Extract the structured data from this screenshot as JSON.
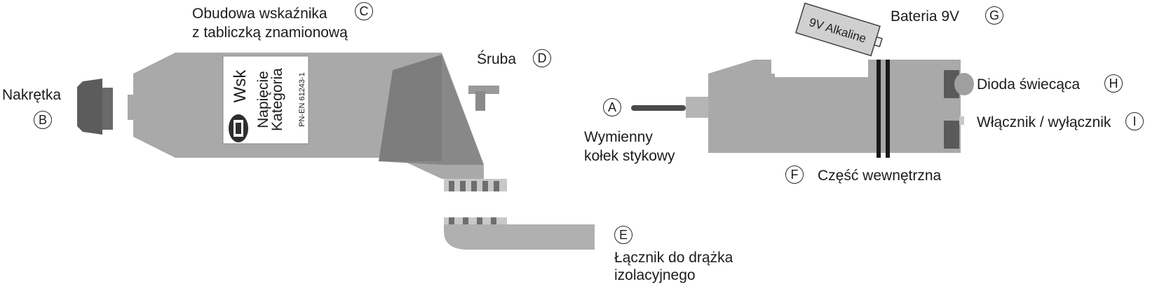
{
  "labels": {
    "housing_line1": "Obudowa wskaźnika",
    "housing_line2": "z tabliczką znamionową",
    "nut": "Nakrętka",
    "screw": "Śruba",
    "battery": "Bateria 9V",
    "pin_line1": "Wymienny",
    "pin_line2": "kołek stykowy",
    "inner_part": "Część wewnętrzna",
    "led": "Dioda świecąca",
    "switch": "Włącznik / wyłącznik",
    "connector_line1": "Łącznik do drążka",
    "connector_line2": "izolacyjnego"
  },
  "badges": {
    "a": "A",
    "b": "B",
    "c": "C",
    "d": "D",
    "e": "E",
    "f": "F",
    "g": "G",
    "h": "H",
    "i": "I"
  },
  "rating_plate": {
    "brand": "Wsk",
    "line1": "Napięcie",
    "line2": "Kategoria",
    "standard": "PN-EN 61243-1"
  },
  "battery_text": "9V Alkaline",
  "colors": {
    "body": "#a9a9a9",
    "body_dark": "#858585",
    "part_dark": "#5a5a5a",
    "label_bg": "#ffffff",
    "ink": "#1c1c1c",
    "band": "#1a1a1a"
  }
}
